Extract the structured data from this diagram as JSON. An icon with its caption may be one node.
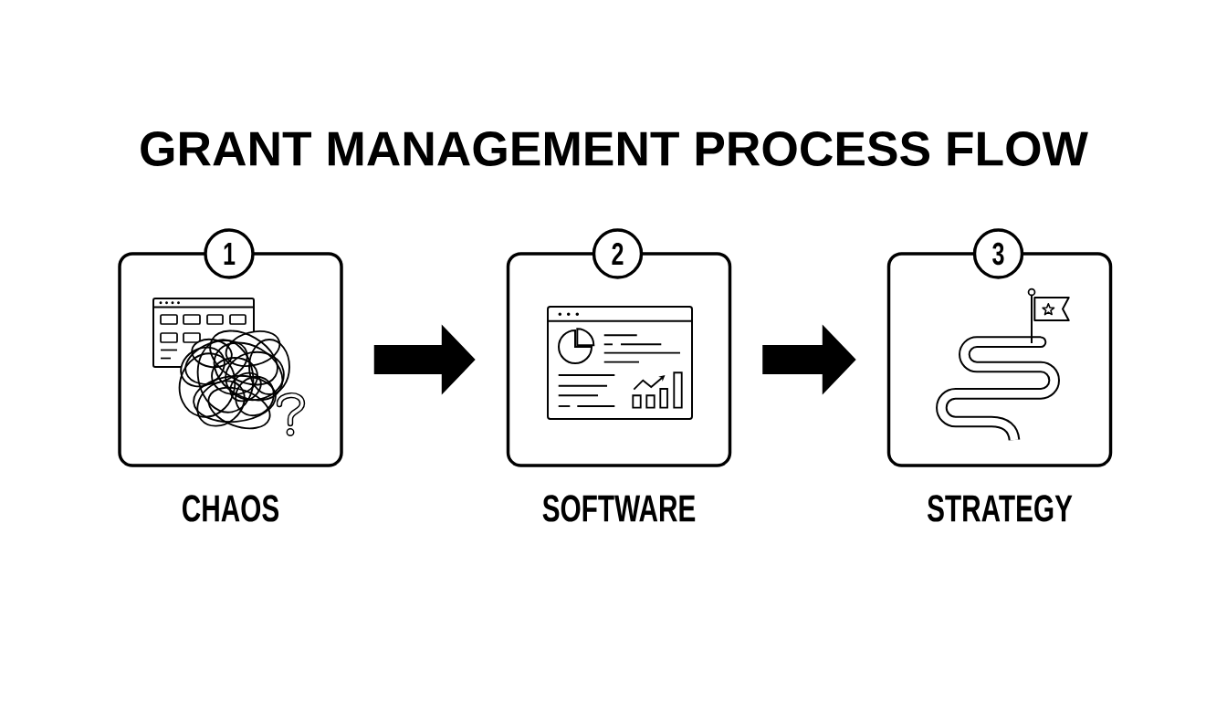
{
  "diagram": {
    "title": "GRANT MANAGEMENT PROCESS FLOW",
    "nodes": [
      {
        "text": [
          "1",
          "CHAOS"
        ]
      },
      {
        "text": [
          "2",
          "SOFTWARE"
        ]
      },
      {
        "text": [
          "3",
          "STRATEGY"
        ]
      }
    ],
    "edges": [
      {
        "from": 0,
        "to": 1,
        "arrow": "to"
      },
      {
        "from": 1,
        "to": 2,
        "arrow": "to"
      }
    ]
  }
}
